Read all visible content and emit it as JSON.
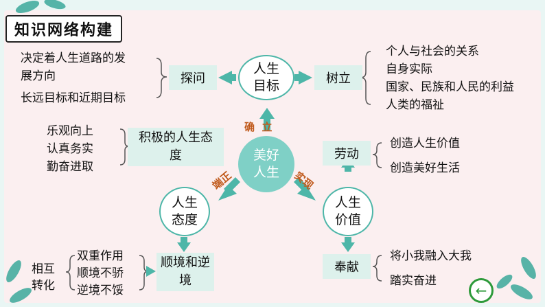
{
  "title": "知识网络构建",
  "center": "美好人生",
  "top": {
    "node": "人生目标",
    "arrow_label": "确  立",
    "left_box": "探问",
    "left_items": [
      "决定着人生道路的发\n展方向",
      "长远目标和近期目标"
    ],
    "right_box": "树立",
    "right_items": [
      "个人与社会的关系",
      "自身实际",
      "国家、民族和人民的利益",
      "人类的福祉"
    ]
  },
  "left": {
    "node": "人生态度",
    "arrow_label": "端正",
    "upper_box": "积极的人生态度",
    "upper_items": [
      "乐观向上",
      "认真务实",
      "勤奋进取"
    ],
    "lower_box": "顺境和逆境",
    "lower_items": [
      "双重作用",
      "顺境不骄",
      "逆境不馁"
    ],
    "side_text": "相互\n转化"
  },
  "right": {
    "node": "人生价值",
    "arrow_label": "实现",
    "upper_box": "劳动",
    "upper_items": [
      "创造人生价值",
      "创造美好生活"
    ],
    "lower_box": "奉献",
    "lower_items": [
      "将小我融入大我",
      "踏实奋进"
    ]
  },
  "icons": {
    "back": "back-arrow-icon"
  },
  "colors": {
    "teal": "#4db6a8",
    "box": "#ddf1ec",
    "label": "#c05a1c"
  }
}
